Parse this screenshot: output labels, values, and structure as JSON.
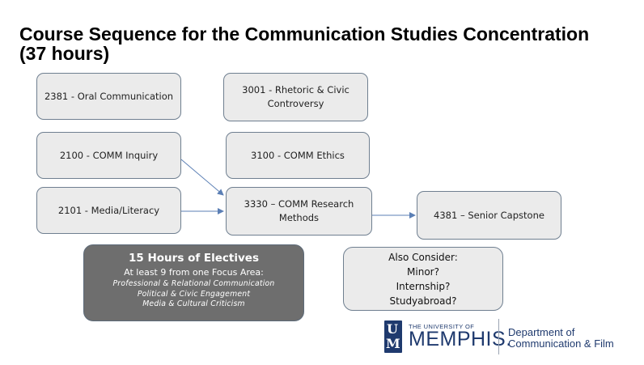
{
  "title": {
    "line1": "Course Sequence for the Communication Studies Concentration",
    "line2": "(37 hours)"
  },
  "courses": {
    "c2381": "2381 - Oral Communication",
    "c3001_line1": "3001 - Rhetoric & Civic",
    "c3001_line2": "Controversy",
    "c2100": "2100 - COMM Inquiry",
    "c3100": "3100 - COMM Ethics",
    "c2101": "2101 - Media/Literacy",
    "c3330_line1": "3330 – COMM Research",
    "c3330_line2": "Methods",
    "c4381": "4381 – Senior Capstone"
  },
  "electives": {
    "heading": "15 Hours of Electives",
    "subheading": "At least 9 from one Focus Area:",
    "areas": [
      "Professional & Relational Communication",
      "Political & Civic Engagement",
      "Media & Cultural Criticism"
    ]
  },
  "consider": {
    "heading": "Also Consider:",
    "items": [
      "Minor?",
      "Internship?",
      "Studyabroad?"
    ]
  },
  "logo": {
    "mark": "UM",
    "university_line": "THE UNIVERSITY OF",
    "name": "MEMPHIS",
    "trademark": ".",
    "dept_line1": "Department of",
    "dept_line2": "Communication & Film"
  },
  "colors": {
    "box_fill": "#ebebeb",
    "box_border": "#6f7f90",
    "arrow": "#5b7fb5",
    "electives_fill": "#6e6e6e",
    "brand_blue": "#1f3a6e"
  }
}
